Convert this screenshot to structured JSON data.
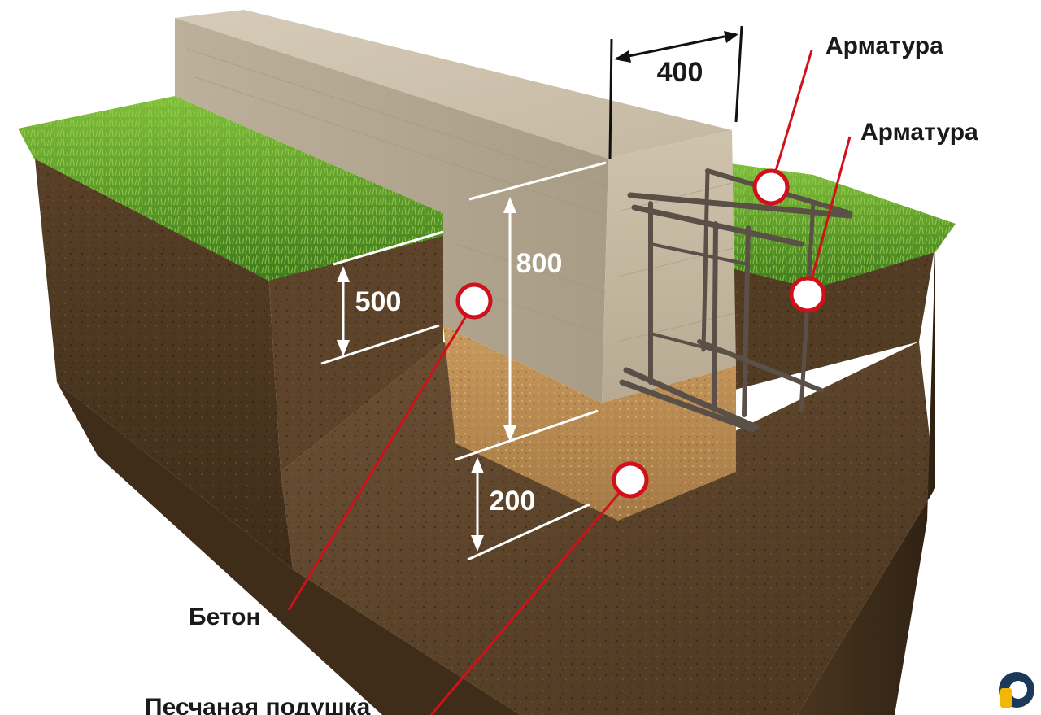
{
  "dimensions": {
    "width": "400",
    "height": "800",
    "depth": "500",
    "sand": "200"
  },
  "labels": {
    "rebar_top": "Арматура",
    "rebar_side": "Арматура",
    "concrete": "Бетон",
    "sand_cushion": "Песчаная подушка"
  },
  "colors": {
    "callout": "#d0101a",
    "grass": "#5a9a2a",
    "soil": "#4a3520",
    "concrete": "#c9bca8",
    "sand": "#b98a4e"
  },
  "icons": [
    "logo-icon"
  ]
}
